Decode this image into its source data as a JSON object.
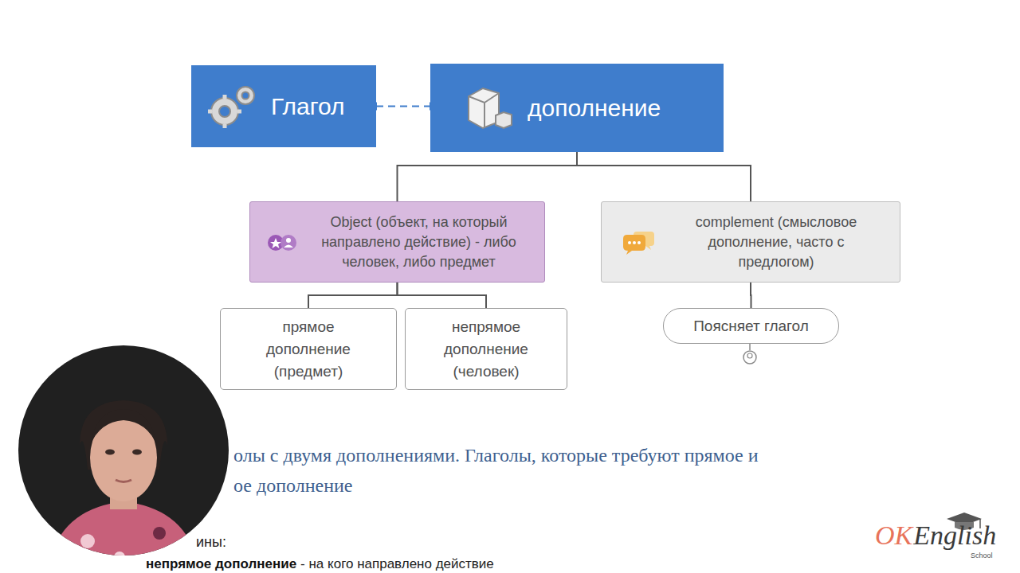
{
  "diagram": {
    "nodes": [
      {
        "text": [
          "Глагол"
        ]
      },
      {
        "text": [
          "дополнение"
        ]
      },
      {
        "text": [
          "Object (объект, на который направлено действие) - либо человек, либо предмет"
        ]
      },
      {
        "text": [
          "complement (смысловое дополнение, часто с предлогом)"
        ]
      },
      {
        "text": [
          "прямое дополнение (предмет)"
        ]
      },
      {
        "text": [
          "непрямое дополнение (человек)"
        ]
      },
      {
        "text": [
          "Поясняет глагол"
        ]
      }
    ],
    "edges": [
      {
        "from": 0,
        "to": 1,
        "arrow": "none"
      },
      {
        "from": 1,
        "to": 2,
        "arrow": "none"
      },
      {
        "from": 1,
        "to": 3,
        "arrow": "none"
      },
      {
        "from": 2,
        "to": 4,
        "arrow": "none"
      },
      {
        "from": 2,
        "to": 5,
        "arrow": "none"
      },
      {
        "from": 3,
        "to": 6,
        "arrow": "none"
      }
    ],
    "labels": [
      "олы с двумя дополнениями. Глаголы, которые требуют прямое и",
      "ое дополнение",
      "ины:",
      "непрямое дополнение",
      "- на кого направлено действие",
      "OK",
      "English",
      "School"
    ]
  }
}
